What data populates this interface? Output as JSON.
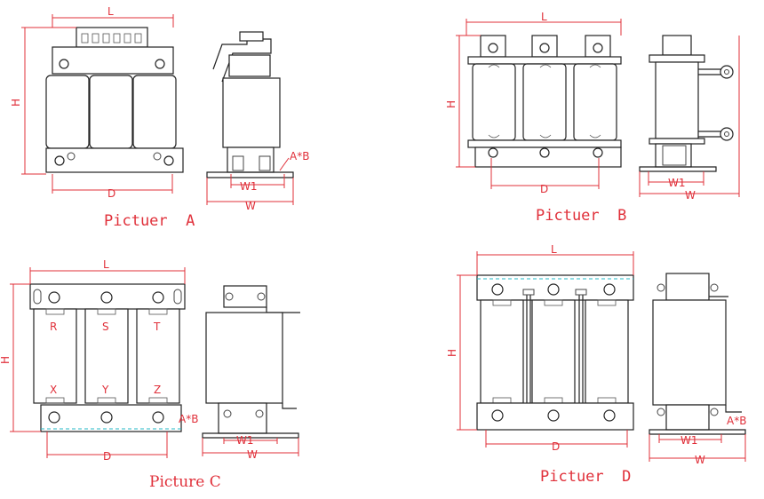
{
  "captions": {
    "a": "Pictuer  A",
    "b": "Pictuer  B",
    "c": "Picture C",
    "d": "Pictuer  D"
  },
  "dims": {
    "L": "L",
    "H": "H",
    "D": "D",
    "W": "W",
    "W1": "W1",
    "AB": "A*B"
  },
  "terminals": {
    "top": [
      "R",
      "S",
      "T"
    ],
    "bottom": [
      "X",
      "Y",
      "Z"
    ]
  },
  "colors": {
    "dimension": "#e0303a",
    "outline": "#222222",
    "centerline": "#25b8c7"
  }
}
